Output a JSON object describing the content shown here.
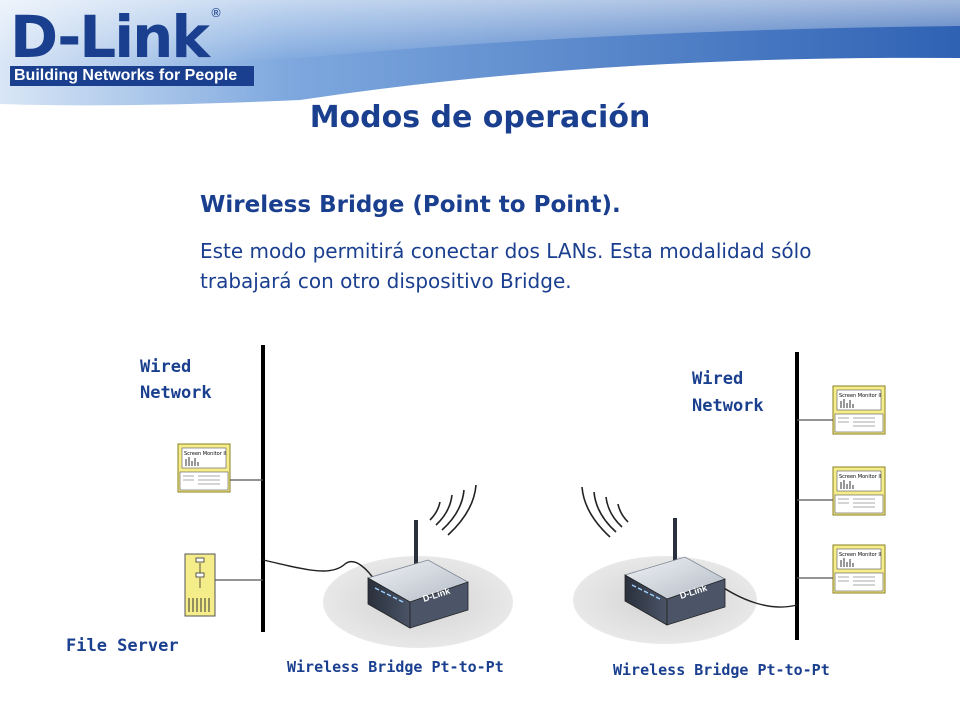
{
  "brand": {
    "logo": "D-Link",
    "registered": "®",
    "tagline": "Building Networks for People"
  },
  "slide": {
    "title": "Modos de operación",
    "subtitle": "Wireless Bridge (Point to Point).",
    "description": "Este modo permitirá conectar dos LANs. Esta modalidad sólo trabajará con otro dispositivo Bridge."
  },
  "diagram": {
    "left": {
      "network_label_line1": "Wired",
      "network_label_line2": "Network",
      "server_label": "File Server",
      "bridge_label": "Wireless Bridge Pt-to-Pt"
    },
    "right": {
      "network_label_line1": "Wired",
      "network_label_line2": "Network",
      "bridge_label": "Wireless Bridge Pt-to-Pt"
    },
    "screen_text": "Screen Monitor II",
    "device_brand": "D-Link"
  },
  "colors": {
    "brand_blue": "#1a3f8f",
    "header_blue": "#3a6fc0",
    "pc_yellow": "#f5ec8a",
    "router_dark": "#3b4453",
    "router_silver": "#d0d6de"
  }
}
